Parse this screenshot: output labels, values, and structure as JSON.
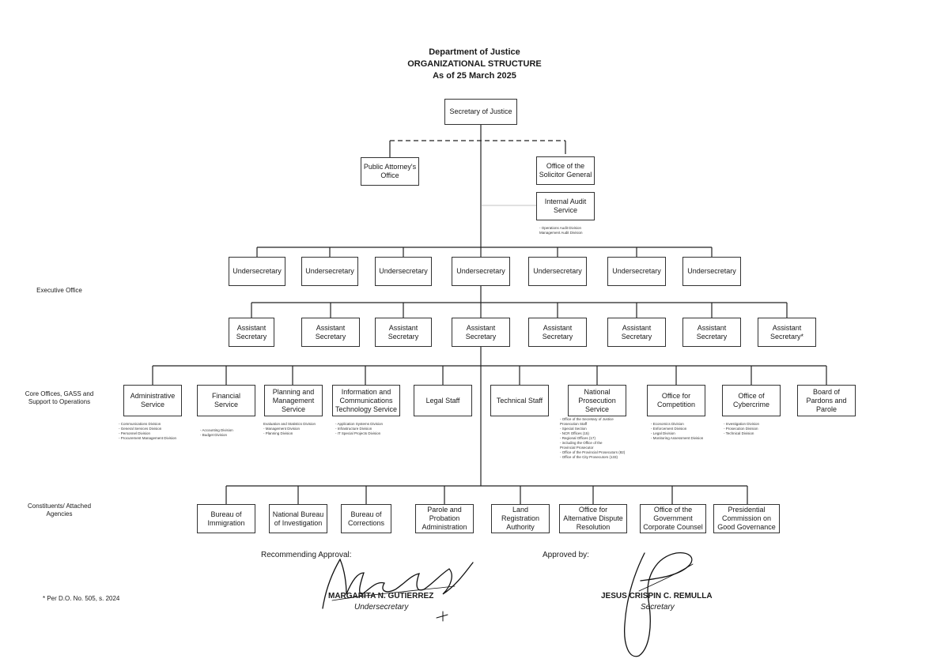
{
  "header": {
    "line1": "Department of Justice",
    "line2": "ORGANIZATIONAL STRUCTURE",
    "line3": "As of 25 March 2025"
  },
  "secretary": "Secretary of Justice",
  "pao": "Public Attorney's Office",
  "osg": "Office of the Solicitor General",
  "ias": {
    "label": "Internal Audit Service",
    "notes": [
      "- Operations Audit Division",
      "Management Audit Division"
    ]
  },
  "undersecretaries": [
    "Undersecretary",
    "Undersecretary",
    "Undersecretary",
    "Undersecretary",
    "Undersecretary",
    "Undersecretary",
    "Undersecretary"
  ],
  "assistant_secretaries": [
    "Assistant Secretary",
    "Assistant Secretary",
    "Assistant Secretary",
    "Assistant Secretary",
    "Assistant Secretary",
    "Assistant Secretary",
    "Assistant Secretary",
    "Assistant Secretary*"
  ],
  "side_labels": {
    "executive": "Executive Office",
    "core": "Core Offices, GASS and Support to Operations",
    "constituents": "Constituents/ Attached Agencies"
  },
  "core_offices": [
    {
      "label": "Administrative Service",
      "notes": [
        "- Communications Division",
        "- General Services Division",
        "- Personnel Division",
        "- Procurement Management Division"
      ]
    },
    {
      "label": "Financial Service",
      "notes": [
        "- Accounting Division",
        "- Budget Division"
      ]
    },
    {
      "label": "Planning and Management Service",
      "notes": [
        "Evaluation and Statistics Division",
        "- Management Division",
        "- Planning Division"
      ]
    },
    {
      "label": "Information and Communications Technology Service",
      "notes": [
        "- Application Systems Division",
        "- Infrastructure Division",
        "- IT Special Projects Division"
      ]
    },
    {
      "label": "Legal Staff",
      "notes": []
    },
    {
      "label": "Technical Staff",
      "notes": []
    },
    {
      "label": "National Prosecution Service",
      "notes": [
        "- Office of the Secretary of Justice",
        "  Prosecution Staff",
        "    - Special Section",
        "- NCR Offices (15)",
        "- Regional Offices (17)",
        "    - including the Office of the",
        "      Provincial Prosecutor",
        "- Office of the Provincial Prosecutors (82)",
        "- Office of the City Prosecutors (133)"
      ]
    },
    {
      "label": "Office for Competition",
      "notes": [
        "- Economics Division",
        "- Enforcement Division",
        "- Legal Division",
        "- Monitoring Assessment Division"
      ]
    },
    {
      "label": "Office of Cybercrime",
      "notes": [
        "- Investigation Division",
        "- Prosecution Division",
        "- Technical Division"
      ]
    },
    {
      "label": "Board of Pardons and Parole",
      "notes": []
    }
  ],
  "agencies": [
    "Bureau of Immigration",
    "National Bureau of Investigation",
    "Bureau of Corrections",
    "Parole and Probation Administration",
    "Land Registration Authority",
    "Office for Alternative Dispute Resolution",
    "Office of the Government Corporate Counsel",
    "Presidential Commission on Good Governance"
  ],
  "signatures": {
    "recommending_label": "Recommending Approval:",
    "recommending_name": "MARGARITA N. GUTIERREZ",
    "recommending_title": "Undersecretary",
    "approved_label": "Approved by:",
    "approved_name": "JESUS CRISPIN C. REMULLA",
    "approved_title": "Secretary"
  },
  "footnote": "* Per D.O. No. 505, s. 2024"
}
